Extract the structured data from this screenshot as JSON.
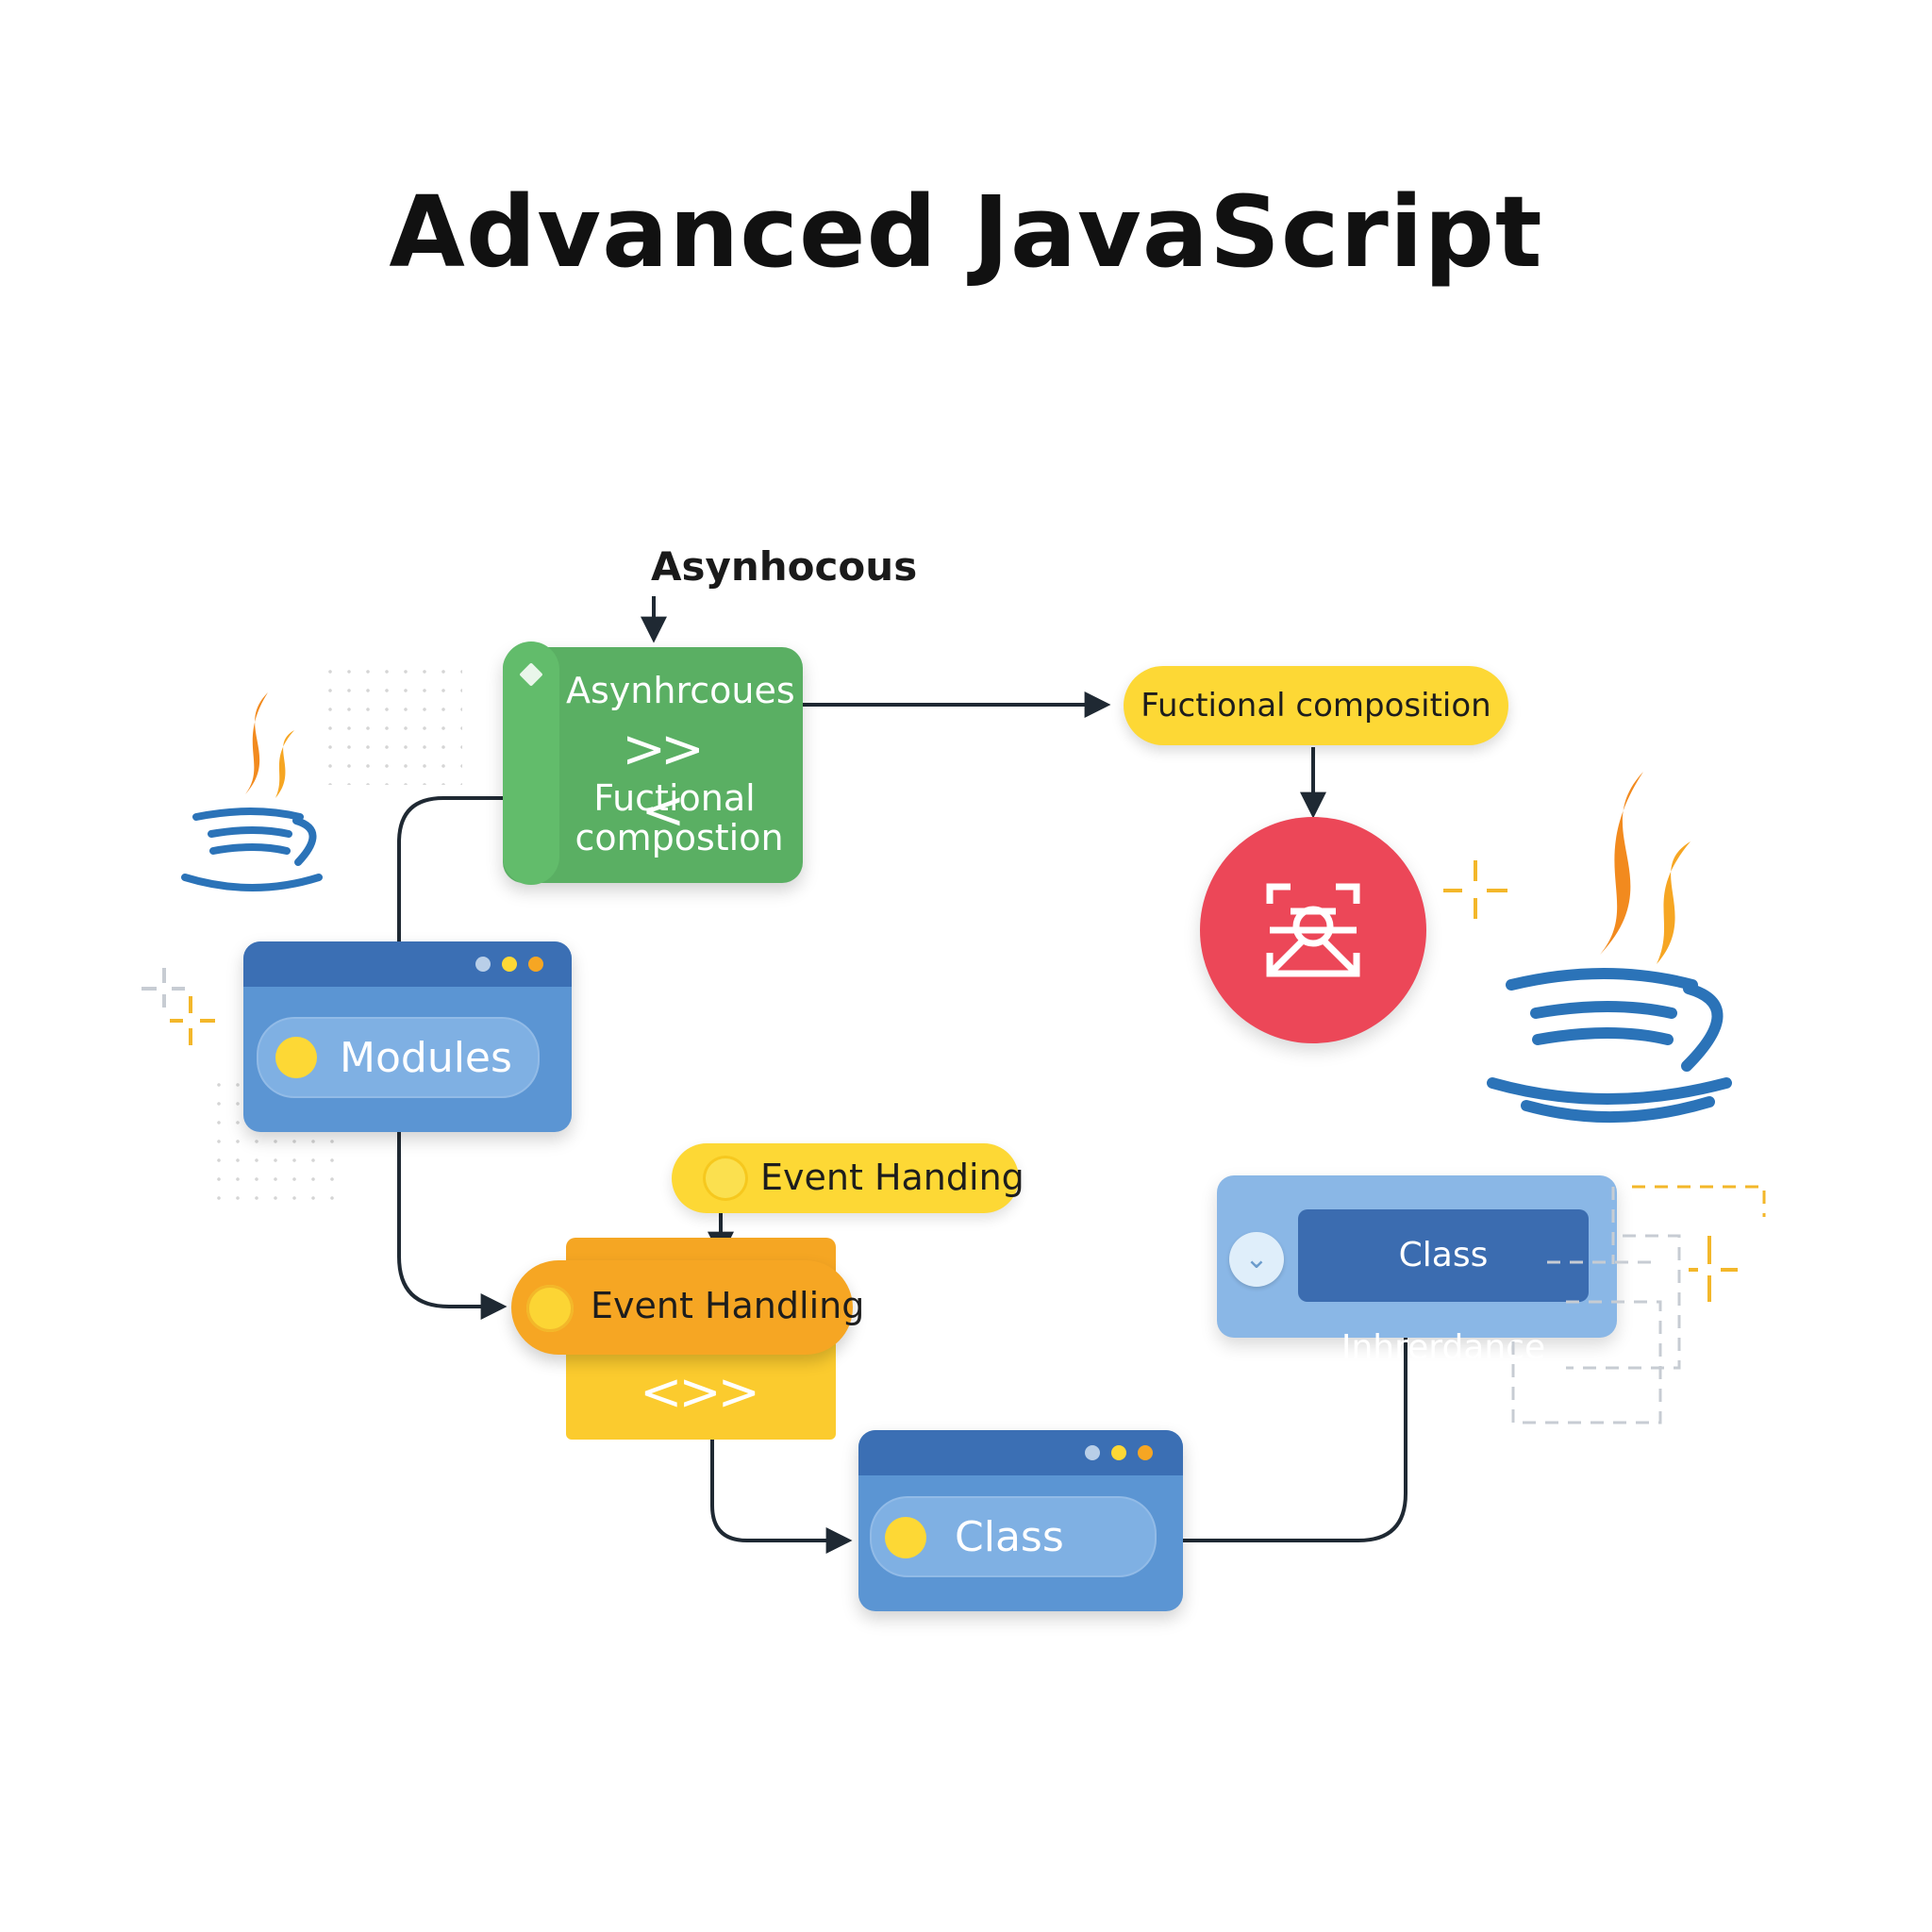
{
  "title": "Advanced JavaScript",
  "nodes": {
    "async_label": "Asynhocous",
    "green_card": {
      "line1": "Asynhrcoues",
      "symbol": ">><",
      "line2": "Fuctional",
      "line3": "compostion"
    },
    "functional_pill": "Fuctional composition",
    "modules": "Modules",
    "event_top": "Event Handing",
    "event_main": "Event Handling",
    "event_symbol": "<>>",
    "class_inheritance": "Class Inhrerdance",
    "class": "Class"
  },
  "colors": {
    "green": "#5aaf63",
    "yellow": "#fdd835",
    "orange": "#f6a623",
    "blue": "#5b95d3",
    "dark_blue": "#3b6fb4",
    "red": "#ec4758",
    "connector": "#1f2933"
  },
  "icons": [
    "java-logo-icon",
    "camera-frame-icon",
    "sparkle-icon",
    "dashed-frame-icon"
  ]
}
